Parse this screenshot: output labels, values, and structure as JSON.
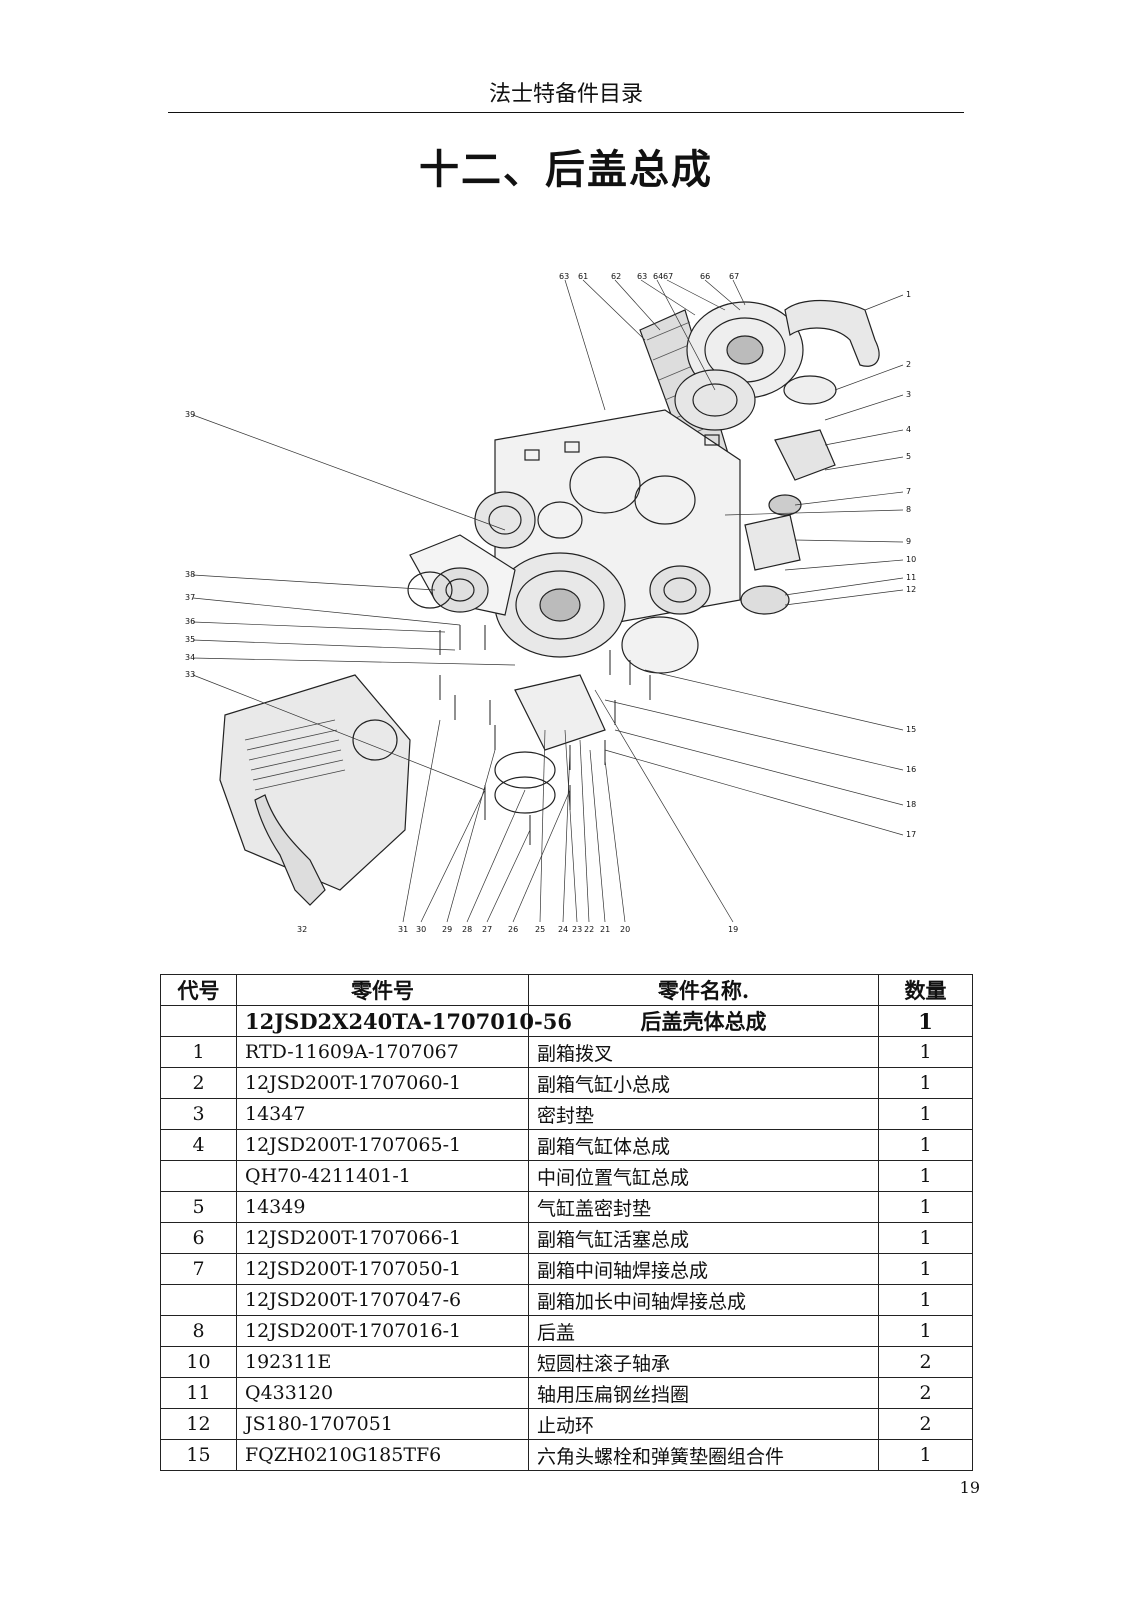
{
  "header": {
    "text": "法士特备件目录"
  },
  "title": "十二、后盖总成",
  "diagram": {
    "callouts_top": [
      "63",
      "61",
      "62",
      "63",
      "64",
      "67",
      "66",
      "67"
    ],
    "callouts_right": [
      "1",
      "2",
      "3",
      "4",
      "5",
      "7",
      "8",
      "9",
      "10",
      "11",
      "12"
    ],
    "callouts_left": [
      "39",
      "38",
      "37",
      "36",
      "35",
      "34",
      "33"
    ],
    "callouts_right_lower": [
      "15",
      "16",
      "18",
      "17"
    ],
    "callouts_bottom": [
      "31",
      "30",
      "29",
      "28",
      "27",
      "26",
      "25",
      "24",
      "23",
      "22",
      "21",
      "20",
      "19"
    ],
    "callout_assembly": "32"
  },
  "table": {
    "headers": {
      "code": "代号",
      "part_no": "零件号",
      "name": "零件名称.",
      "qty": "数量"
    },
    "rows": [
      {
        "code": "",
        "part_no": "12JSD2X240TA-1707010-56",
        "name": "后盖壳体总成",
        "qty": "1",
        "bold": true
      },
      {
        "code": "1",
        "part_no": "RTD-11609A-1707067",
        "name": "副箱拨叉",
        "qty": "1"
      },
      {
        "code": "2",
        "part_no": "12JSD200T-1707060-1",
        "name": "副箱气缸小总成",
        "qty": "1"
      },
      {
        "code": "3",
        "part_no": "14347",
        "name": "密封垫",
        "qty": "1"
      },
      {
        "code": "4",
        "part_no": "12JSD200T-1707065-1",
        "name": "副箱气缸体总成",
        "qty": "1"
      },
      {
        "code": "",
        "part_no": "QH70-4211401-1",
        "name": "中间位置气缸总成",
        "qty": "1"
      },
      {
        "code": "5",
        "part_no": "14349",
        "name": "气缸盖密封垫",
        "qty": "1"
      },
      {
        "code": "6",
        "part_no": "12JSD200T-1707066-1",
        "name": "副箱气缸活塞总成",
        "qty": "1"
      },
      {
        "code": "7",
        "part_no": "12JSD200T-1707050-1",
        "name": "副箱中间轴焊接总成",
        "qty": "1"
      },
      {
        "code": "",
        "part_no": "12JSD200T-1707047-6",
        "name": "副箱加长中间轴焊接总成",
        "qty": "1"
      },
      {
        "code": "8",
        "part_no": "12JSD200T-1707016-1",
        "name": "后盖",
        "qty": "1"
      },
      {
        "code": "10",
        "part_no": "192311E",
        "name": "短圆柱滚子轴承",
        "qty": "2"
      },
      {
        "code": "11",
        "part_no": "Q433120",
        "name": "轴用压扁钢丝挡圈",
        "qty": "2"
      },
      {
        "code": "12",
        "part_no": "JS180-1707051",
        "name": "止动环",
        "qty": "2"
      },
      {
        "code": "15",
        "part_no": "FQZH0210G185TF6",
        "name": "六角头螺栓和弹簧垫圈组合件",
        "qty": "1"
      }
    ]
  },
  "page_number": "19"
}
